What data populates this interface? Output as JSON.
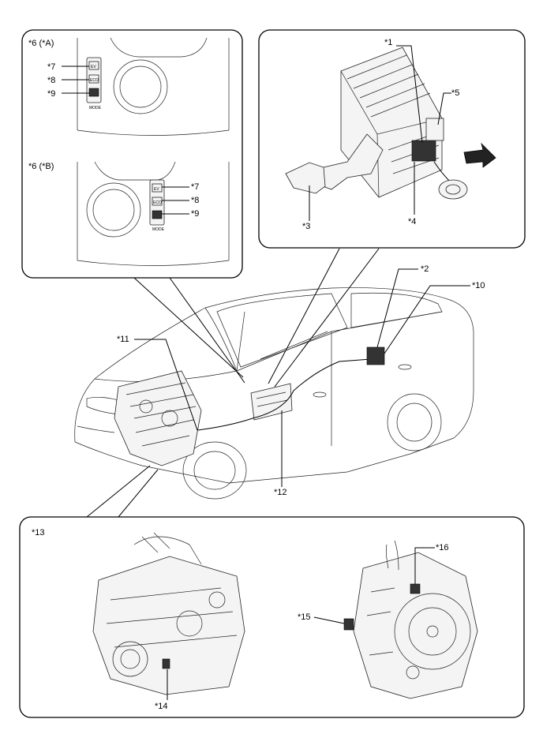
{
  "callouts": {
    "c1": "*1",
    "c2": "*2",
    "c3": "*3",
    "c4": "*4",
    "c5": "*5",
    "c6a": "*6 (*A)",
    "c6b": "*6 (*B)",
    "c7a": "*7",
    "c8a": "*8",
    "c9a": "*9",
    "c7b": "*7",
    "c8b": "*8",
    "c9b": "*9",
    "c10": "*10",
    "c11": "*11",
    "c12": "*12",
    "c13": "*13",
    "c14": "*14",
    "c15": "*15",
    "c16": "*16"
  },
  "switch_labels": {
    "ev": "EV",
    "eco": "ECO",
    "mode": "MODE"
  },
  "icons": {
    "arrow": "direction-arrow-icon"
  }
}
